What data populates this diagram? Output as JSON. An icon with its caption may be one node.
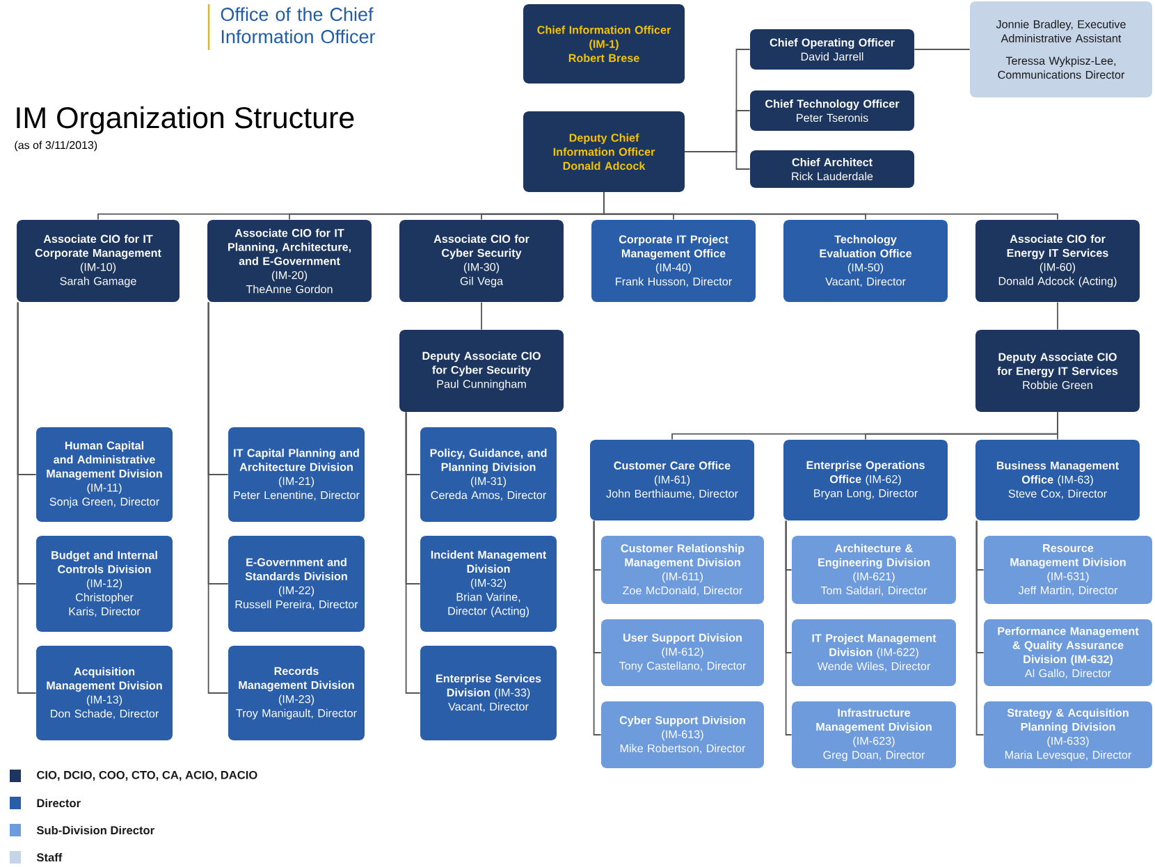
{
  "diagram": {
    "title": "IM Organization Structure",
    "nodes": [
      {
        "text": [
          "Chief Information Officer",
          "(IM-1)",
          "Robert Brese"
        ]
      },
      {
        "text": [
          "Deputy Chief Information Officer",
          "Donald Adcock"
        ]
      },
      {
        "text": [
          "Chief Operating Officer",
          "David Jarrell"
        ]
      },
      {
        "text": [
          "Chief Technology Officer",
          "Peter Tseronis"
        ]
      },
      {
        "text": [
          "Chief Architect",
          "Rick Lauderdale"
        ]
      },
      {
        "text": [
          "Jonnie Bradley, Executive Administrative Assistant",
          "Teressa Wykpisz-Lee, Communications Director"
        ]
      },
      {
        "text": [
          "Associate CIO for IT Corporate Management",
          "(IM-10)",
          "Sarah Gamage"
        ]
      },
      {
        "text": [
          "Associate CIO for IT Planning, Architecture, and E-Government",
          "(IM-20)",
          "TheAnne Gordon"
        ]
      },
      {
        "text": [
          "Associate CIO for Cyber Security",
          "(IM-30)",
          "Gil Vega"
        ]
      },
      {
        "text": [
          "Corporate IT Project Management Office",
          "(IM-40)",
          "Frank Husson, Director"
        ]
      },
      {
        "text": [
          "Technology Evaluation Office",
          "(IM-50)",
          "Vacant, Director"
        ]
      },
      {
        "text": [
          "Associate CIO for Energy IT Services",
          "(IM-60)",
          "Donald Adcock (Acting)"
        ]
      },
      {
        "text": [
          "Deputy Associate CIO for Cyber Security",
          "Paul Cunningham"
        ]
      },
      {
        "text": [
          "Deputy Associate CIO for Energy IT Services",
          "Robbie Green"
        ]
      },
      {
        "text": [
          "Human Capital and Administrative Management Division",
          "(IM-11)",
          "Sonja Green, Director"
        ]
      },
      {
        "text": [
          "Budget and Internal Controls Division",
          "(IM-12)",
          "Christopher Karis, Director"
        ]
      },
      {
        "text": [
          "Acquisition Management Division",
          "(IM-13)",
          "Don Schade, Director"
        ]
      },
      {
        "text": [
          "IT Capital Planning and Architecture Division",
          "(IM-21)",
          "Peter Lenentine, Director"
        ]
      },
      {
        "text": [
          "E-Government and Standards Division",
          "(IM-22)",
          "Russell Pereira, Director"
        ]
      },
      {
        "text": [
          "Records Management Division",
          "(IM-23)",
          "Troy Manigault, Director"
        ]
      },
      {
        "text": [
          "Policy, Guidance, and Planning Division",
          "(IM-31)",
          "Cereda Amos, Director"
        ]
      },
      {
        "text": [
          "Incident Management Division",
          "(IM-32)",
          "Brian Varine, Director (Acting)"
        ]
      },
      {
        "text": [
          "Enterprise Services Division",
          "(IM-33)",
          "Vacant, Director"
        ]
      },
      {
        "text": [
          "Customer Care Office",
          "(IM-61)",
          "John Berthiaume, Director"
        ]
      },
      {
        "text": [
          "Enterprise Operations Office",
          "(IM-62)",
          "Bryan Long, Director"
        ]
      },
      {
        "text": [
          "Business Management Office",
          "(IM-63)",
          "Steve Cox, Director"
        ]
      },
      {
        "text": [
          "Customer Relationship Management Division",
          "(IM-611)",
          "Zoe McDonald, Director"
        ]
      },
      {
        "text": [
          "User Support Division",
          "(IM-612)",
          "Tony Castellano, Director"
        ]
      },
      {
        "text": [
          "Cyber Support Division",
          "(IM-613)",
          "Mike Robertson, Director"
        ]
      },
      {
        "text": [
          "Architecture & Engineering Division",
          "(IM-621)",
          "Tom Saldari, Director"
        ]
      },
      {
        "text": [
          "IT Project Management Division",
          "(IM-622)",
          "Wende Wiles, Director"
        ]
      },
      {
        "text": [
          "Infrastructure Management Division",
          "(IM-623)",
          "Greg Doan, Director"
        ]
      },
      {
        "text": [
          "Resource Management Division",
          "(IM-631)",
          "Jeff Martin, Director"
        ]
      },
      {
        "text": [
          "Performance Management & Quality Assurance Division (IM-632)",
          "Al Gallo, Director"
        ]
      },
      {
        "text": [
          "Strategy & Acquisition Planning Division",
          "(IM-633)",
          "Maria Levesque, Director"
        ]
      }
    ],
    "edges": [
      {
        "from": 1,
        "to": 2,
        "arrow": "none"
      },
      {
        "from": 1,
        "to": 3,
        "arrow": "none"
      },
      {
        "from": 1,
        "to": 4,
        "arrow": "none"
      },
      {
        "from": 2,
        "to": 5,
        "arrow": "none"
      },
      {
        "from": 1,
        "to": 6,
        "arrow": "none"
      },
      {
        "from": 1,
        "to": 7,
        "arrow": "none"
      },
      {
        "from": 1,
        "to": 8,
        "arrow": "none"
      },
      {
        "from": 1,
        "to": 9,
        "arrow": "none"
      },
      {
        "from": 1,
        "to": 10,
        "arrow": "none"
      },
      {
        "from": 1,
        "to": 11,
        "arrow": "none"
      },
      {
        "from": 6,
        "to": 14,
        "arrow": "none"
      },
      {
        "from": 6,
        "to": 15,
        "arrow": "none"
      },
      {
        "from": 6,
        "to": 16,
        "arrow": "none"
      },
      {
        "from": 7,
        "to": 17,
        "arrow": "none"
      },
      {
        "from": 7,
        "to": 18,
        "arrow": "none"
      },
      {
        "from": 7,
        "to": 19,
        "arrow": "none"
      },
      {
        "from": 8,
        "to": 12,
        "arrow": "none"
      },
      {
        "from": 12,
        "to": 20,
        "arrow": "none"
      },
      {
        "from": 12,
        "to": 21,
        "arrow": "none"
      },
      {
        "from": 12,
        "to": 22,
        "arrow": "none"
      },
      {
        "from": 11,
        "to": 13,
        "arrow": "none"
      },
      {
        "from": 13,
        "to": 23,
        "arrow": "none"
      },
      {
        "from": 13,
        "to": 24,
        "arrow": "none"
      },
      {
        "from": 13,
        "to": 25,
        "arrow": "none"
      },
      {
        "from": 23,
        "to": 26,
        "arrow": "none"
      },
      {
        "from": 23,
        "to": 27,
        "arrow": "none"
      },
      {
        "from": 23,
        "to": 28,
        "arrow": "none"
      },
      {
        "from": 24,
        "to": 29,
        "arrow": "none"
      },
      {
        "from": 24,
        "to": 30,
        "arrow": "none"
      },
      {
        "from": 24,
        "to": 31,
        "arrow": "none"
      },
      {
        "from": 25,
        "to": 32,
        "arrow": "none"
      },
      {
        "from": 25,
        "to": 33,
        "arrow": "none"
      },
      {
        "from": 25,
        "to": 34,
        "arrow": "none"
      }
    ],
    "labels": [
      "Office of the Chief Information Officer",
      "(as of 3/11/2013)"
    ],
    "legend": [
      {
        "text": "CIO, DCIO, COO, CTO, CA, ACIO, DACIO",
        "color": "#1c365f"
      },
      {
        "text": "Director",
        "color": "#2b5ea8"
      },
      {
        "text": "Sub-Division Director",
        "color": "#6e9bdc"
      },
      {
        "text": "Staff",
        "color": "#c6d4e8"
      }
    ]
  }
}
